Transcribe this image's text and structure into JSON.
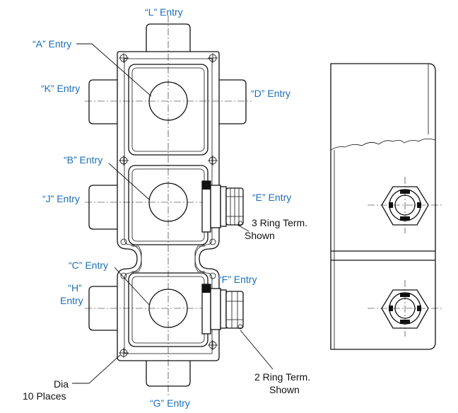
{
  "labels": {
    "L": "“L” Entry",
    "A": "“A” Entry",
    "K": "“K” Entry",
    "D": "“D” Entry",
    "B": "“B” Entry",
    "J": "“J” Entry",
    "E": "“E” Entry",
    "three_ring_line1": "3 Ring Term.",
    "three_ring_line2": "Shown",
    "C": "“C” Entry",
    "F": "“F” Entry",
    "H_line1": "“H”",
    "H_line2": "Entry",
    "dia_line1": "Dia",
    "dia_line2": "10 Places",
    "two_ring_line1": "2 Ring Term.",
    "two_ring_line2": "Shown",
    "G": "“G” Entry"
  },
  "colors": {
    "label_blue": "#1c6fb8",
    "line": "#111111"
  }
}
